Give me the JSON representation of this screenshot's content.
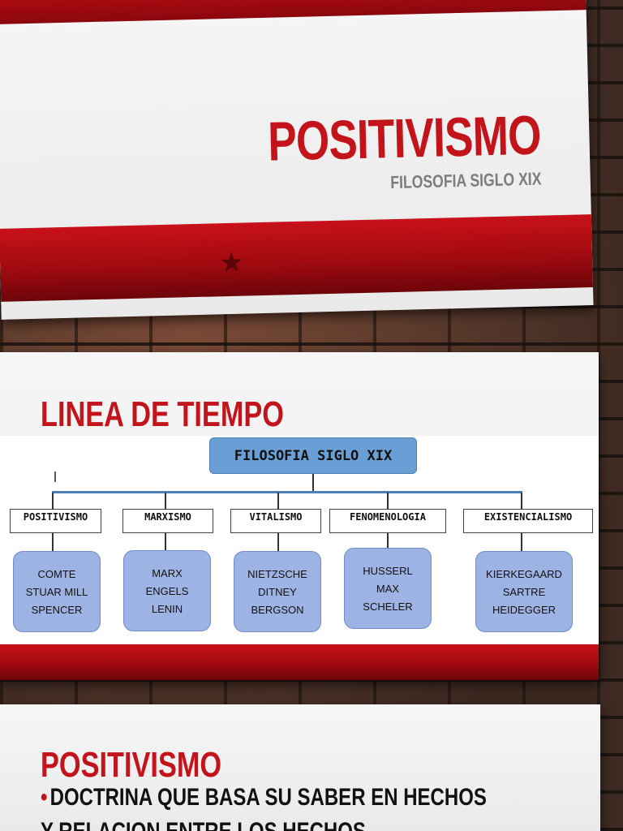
{
  "slide1": {
    "title": "POSITIVISMO",
    "subtitle": "FILOSOFIA SIGLO XIX",
    "star_icon": "★"
  },
  "slide2": {
    "heading": "LINEA DE TIEMPO",
    "diagram": {
      "root": "FILOSOFIA SIGLO XIX",
      "branches": [
        {
          "category": "POSITIVISMO",
          "names": [
            "COMTE",
            "STUAR MILL",
            "SPENCER"
          ]
        },
        {
          "category": "MARXISMO",
          "names": [
            "MARX",
            "ENGELS",
            "LENIN"
          ]
        },
        {
          "category": "VITALISMO",
          "names": [
            "NIETZSCHE",
            "DITNEY",
            "BERGSON"
          ]
        },
        {
          "category": "FENOMENOLOGIA",
          "names": [
            "HUSSERL",
            "MAX",
            "SCHELER"
          ]
        },
        {
          "category": "EXISTENCIALISMO",
          "names": [
            "KIERKEGAARD",
            "SARTRE",
            "HEIDEGGER"
          ]
        }
      ]
    }
  },
  "slide3": {
    "heading": "POSITIVISMO",
    "bullet_marker": "•",
    "bullet_text": "DOCTRINA QUE BASA SU SABER EN HECHOS Y RELACION ENTRE LOS HECHOS"
  },
  "colors": {
    "accent_red": "#c3141b",
    "dark_red": "#8a070d",
    "box_blue": "#6a9fd6",
    "name_box": "#9db3e3"
  }
}
